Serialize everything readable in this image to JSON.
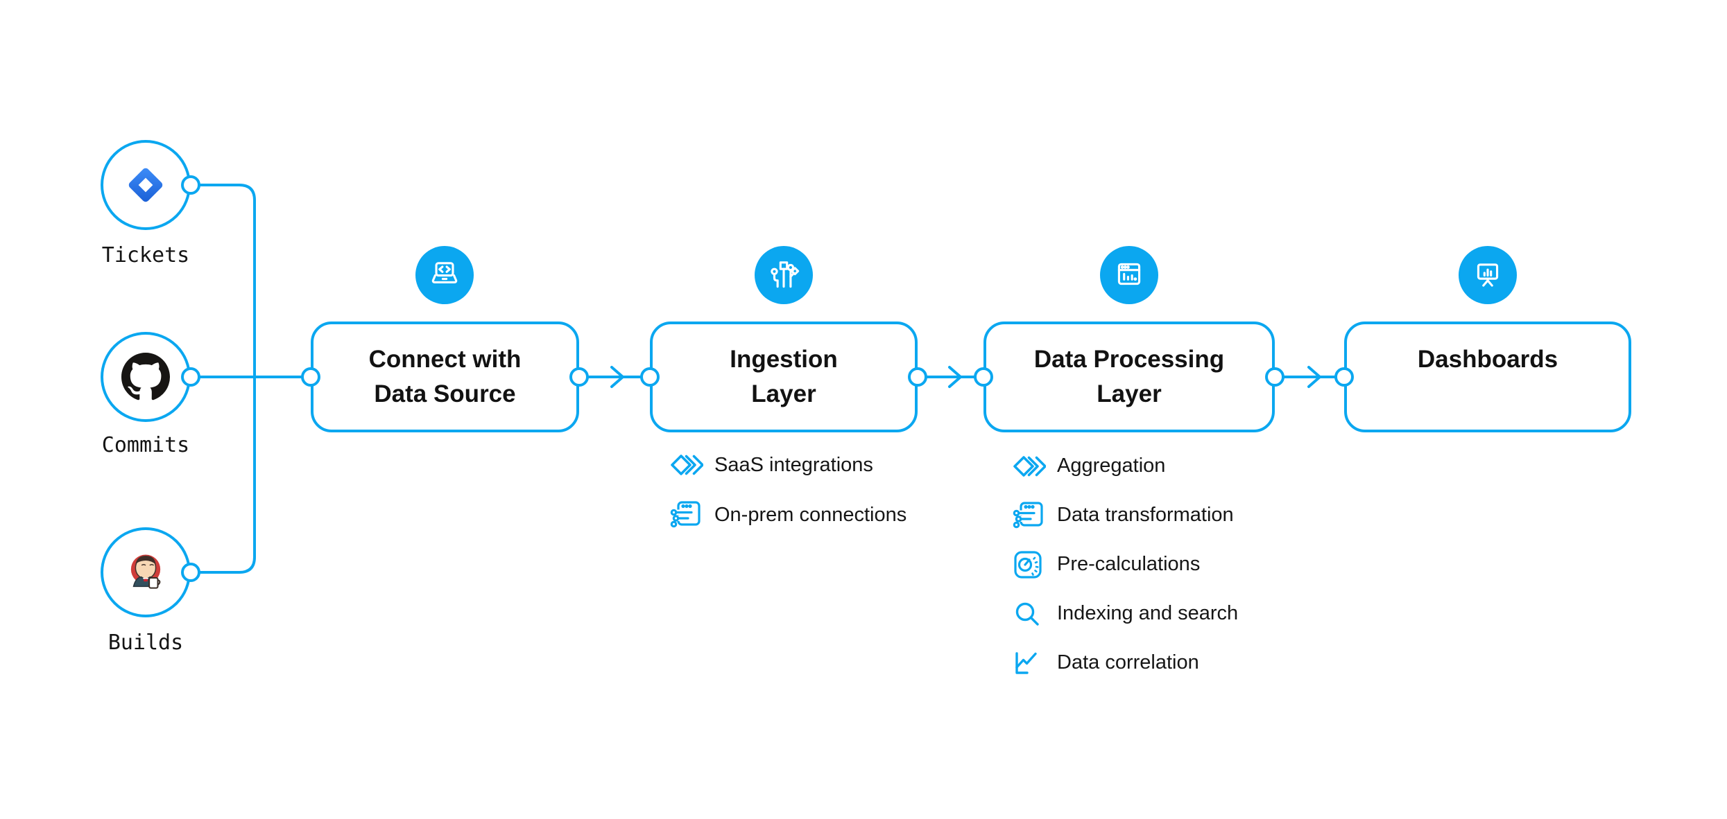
{
  "colors": {
    "accent": "#0ba7f0",
    "text_dark": "#141414"
  },
  "sources": [
    {
      "label": "Tickets",
      "icon": "jira-icon"
    },
    {
      "label": "Commits",
      "icon": "github-icon"
    },
    {
      "label": "Builds",
      "icon": "jenkins-icon"
    }
  ],
  "stages": [
    {
      "title": "Connect with\nData Source",
      "icon": "laptop-code-icon",
      "items": []
    },
    {
      "title": "Ingestion\nLayer",
      "icon": "circuit-branches-icon",
      "items": [
        {
          "label": "SaaS integrations",
          "icon": "stacked-diamonds-icon"
        },
        {
          "label": "On-prem connections",
          "icon": "window-sliders-icon"
        }
      ]
    },
    {
      "title": "Data Processing\nLayer",
      "icon": "window-chart-icon",
      "items": [
        {
          "label": "Aggregation",
          "icon": "stacked-diamonds-icon"
        },
        {
          "label": "Data transformation",
          "icon": "window-sliders-icon"
        },
        {
          "label": "Pre-calculations",
          "icon": "gauge-icon"
        },
        {
          "label": "Indexing and search",
          "icon": "search-icon"
        },
        {
          "label": "Data correlation",
          "icon": "line-chart-icon"
        }
      ]
    },
    {
      "title": "Dashboards",
      "icon": "presentation-chart-icon",
      "items": []
    }
  ]
}
